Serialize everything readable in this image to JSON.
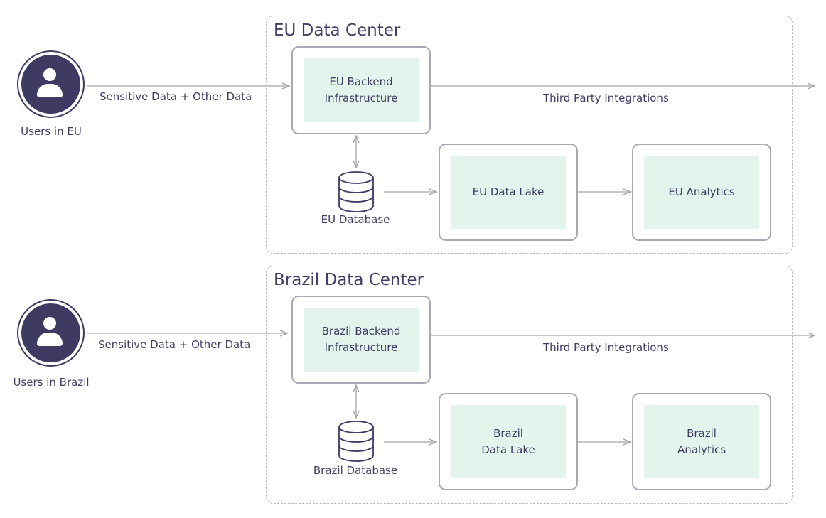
{
  "eu": {
    "region_title": "EU Data Center",
    "users_label": "Users in EU",
    "flow_label": "Sensitive Data + Other Data",
    "backend_label": "EU Backend\nInfrastructure",
    "third_party_label": "Third Party Integrations",
    "database_label": "EU Database",
    "data_lake_label": "EU Data Lake",
    "analytics_label": "EU Analytics"
  },
  "brazil": {
    "region_title": "Brazil Data Center",
    "users_label": "Users in Brazil",
    "flow_label": "Sensitive Data + Other Data",
    "backend_label": "Brazil Backend\nInfrastructure",
    "third_party_label": "Third Party Integrations",
    "database_label": "Brazil Database",
    "data_lake_label": "Brazil\nData Lake",
    "analytics_label": "Brazil\nAnalytics"
  },
  "colors": {
    "accent_dark": "#3f3a62",
    "box_fill": "#e2f4ec",
    "border": "#a9a8b6",
    "connector": "#a3a3a8"
  },
  "icons": [
    "user-icon",
    "database-icon"
  ]
}
